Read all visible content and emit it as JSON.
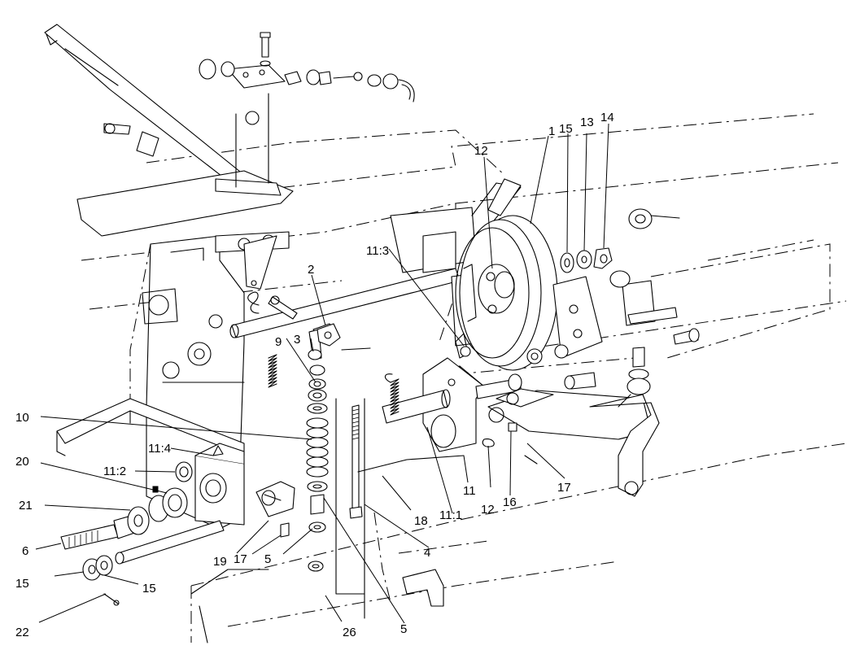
{
  "callouts": [
    {
      "id": "1",
      "text": "1"
    },
    {
      "id": "2",
      "text": "2"
    },
    {
      "id": "3",
      "text": "3"
    },
    {
      "id": "4",
      "text": "4"
    },
    {
      "id": "5a",
      "text": "5"
    },
    {
      "id": "5b",
      "text": "5"
    },
    {
      "id": "6",
      "text": "6"
    },
    {
      "id": "9",
      "text": "9"
    },
    {
      "id": "10",
      "text": "10"
    },
    {
      "id": "11",
      "text": "11"
    },
    {
      "id": "11_1",
      "text": "11:1"
    },
    {
      "id": "11_2",
      "text": "11:2"
    },
    {
      "id": "11_3",
      "text": "11:3"
    },
    {
      "id": "11_4",
      "text": "11:4"
    },
    {
      "id": "12a",
      "text": "12"
    },
    {
      "id": "12b",
      "text": "12"
    },
    {
      "id": "13",
      "text": "13"
    },
    {
      "id": "14",
      "text": "14"
    },
    {
      "id": "15a",
      "text": "15"
    },
    {
      "id": "15b",
      "text": "15"
    },
    {
      "id": "15c",
      "text": "15"
    },
    {
      "id": "16",
      "text": "16"
    },
    {
      "id": "17a",
      "text": "17"
    },
    {
      "id": "17b",
      "text": "17"
    },
    {
      "id": "18",
      "text": "18"
    },
    {
      "id": "19",
      "text": "19"
    },
    {
      "id": "20",
      "text": "20"
    },
    {
      "id": "21",
      "text": "21"
    },
    {
      "id": "22",
      "text": "22"
    },
    {
      "id": "26",
      "text": "26"
    }
  ]
}
